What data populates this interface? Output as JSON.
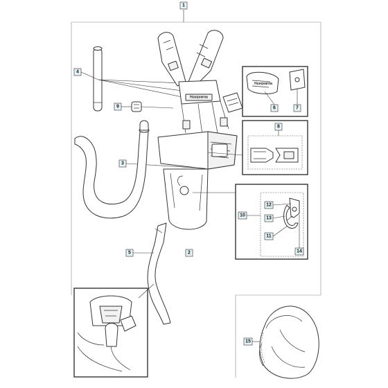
{
  "callouts": {
    "c1": "1",
    "c2": "2",
    "c3": "3",
    "c4": "4",
    "c5": "5",
    "c6": "6",
    "c7": "7",
    "c8": "8",
    "c9": "9",
    "c10": "10",
    "c11": "11",
    "c12": "12",
    "c13": "13",
    "c14": "14",
    "c15": "15"
  },
  "brand": {
    "logo_text_plate": "Husqvarna",
    "logo_text_inset": "Husqvarna"
  },
  "colors": {
    "callout_fill": "#e6f4f7",
    "line": "#333333"
  }
}
